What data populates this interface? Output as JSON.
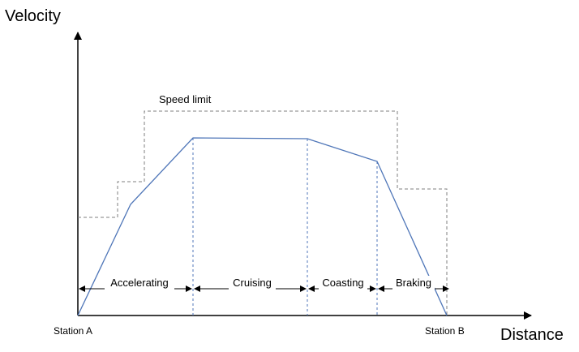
{
  "axes": {
    "y_label": "Velocity",
    "x_label": "Distance"
  },
  "stations": {
    "start": "Station A",
    "end": "Station B"
  },
  "speed_limit": {
    "label": "Speed limit"
  },
  "phases": [
    {
      "id": "accelerating",
      "label": "Accelerating"
    },
    {
      "id": "cruising",
      "label": "Cruising"
    },
    {
      "id": "coasting",
      "label": "Coasting"
    },
    {
      "id": "braking",
      "label": "Braking"
    }
  ],
  "colors": {
    "velocity_curve": "#4f76b8",
    "phase_boundary": "#4f76b8",
    "speed_limit": "#7f7f7f",
    "axis": "#000000"
  }
}
